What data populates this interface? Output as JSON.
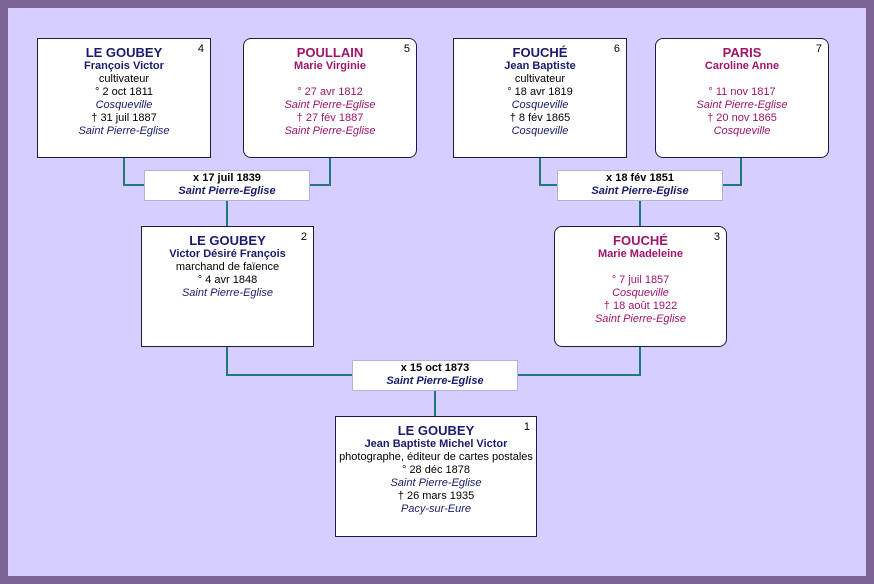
{
  "persons": {
    "p1": {
      "num": "1",
      "surname": "LE GOUBEY",
      "given": "Jean Baptiste Michel Victor",
      "occupation": "photographe, éditeur de cartes postales",
      "birth_date": "° 28 déc 1878",
      "birth_place": "Saint Pierre-Eglise",
      "death_date": "† 26 mars 1935",
      "death_place": "Pacy-sur-Eure"
    },
    "p2": {
      "num": "2",
      "surname": "LE GOUBEY",
      "given": "Victor Désiré François",
      "occupation": "marchand de faïence",
      "birth_date": "° 4 avr 1848",
      "birth_place": "Saint Pierre-Eglise"
    },
    "p3": {
      "num": "3",
      "surname": "FOUCHÉ",
      "given": "Marie Madeleine",
      "birth_date": "° 7 juil 1857",
      "birth_place": "Cosqueville",
      "death_date": "† 18 août 1922",
      "death_place": "Saint Pierre-Eglise"
    },
    "p4": {
      "num": "4",
      "surname": "LE GOUBEY",
      "given": "François Victor",
      "occupation": "cultivateur",
      "birth_date": "° 2 oct 1811",
      "birth_place": "Cosqueville",
      "death_date": "† 31 juil 1887",
      "death_place": "Saint Pierre-Eglise"
    },
    "p5": {
      "num": "5",
      "surname": "POULLAIN",
      "given": "Marie Virginie",
      "birth_date": "° 27 avr 1812",
      "birth_place": "Saint Pierre-Eglise",
      "death_date": "† 27 fév 1887",
      "death_place": "Saint Pierre-Eglise"
    },
    "p6": {
      "num": "6",
      "surname": "FOUCHÉ",
      "given": "Jean Baptiste",
      "occupation": "cultivateur",
      "birth_date": "° 18 avr 1819",
      "birth_place": "Cosqueville",
      "death_date": "† 8 fév 1865",
      "death_place": "Cosqueville"
    },
    "p7": {
      "num": "7",
      "surname": "PARIS",
      "given": "Caroline Anne",
      "birth_date": "° 11 nov 1817",
      "birth_place": "Saint Pierre-Eglise",
      "death_date": "† 20 nov 1865",
      "death_place": "Cosqueville"
    }
  },
  "marriages": {
    "m45": {
      "date": "x 17 juil 1839",
      "place": "Saint Pierre-Eglise"
    },
    "m67": {
      "date": "x 18 fév 1851",
      "place": "Saint Pierre-Eglise"
    },
    "m23": {
      "date": "x 15 oct 1873",
      "place": "Saint Pierre-Eglise"
    }
  },
  "colors": {
    "background": "#d6ceff",
    "frame": "#7c6496",
    "connector": "#1f7a7a",
    "male": "#1a1a6e",
    "female": "#a0146a"
  }
}
